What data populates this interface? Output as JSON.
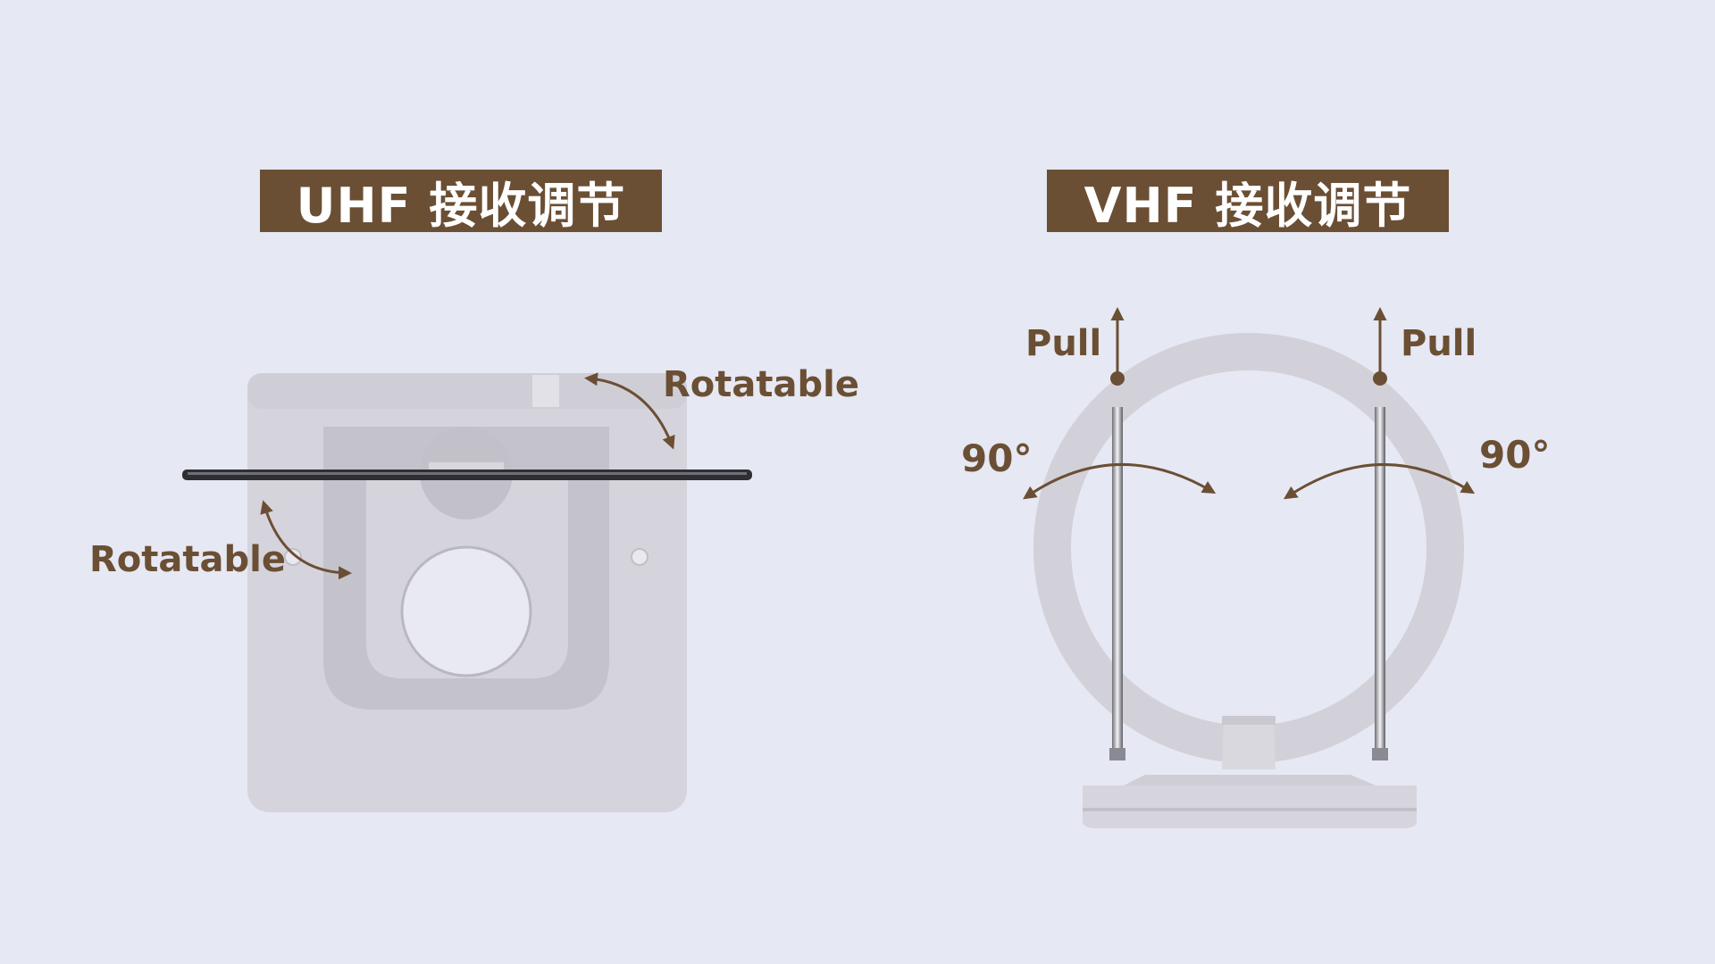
{
  "uhf": {
    "title": "UHF 接收调节",
    "rotate_top": "Rotatable",
    "rotate_left": "Rotatable"
  },
  "vhf": {
    "title": "VHF 接收调节",
    "pull_left": "Pull",
    "pull_right": "Pull",
    "angle_left": "90°",
    "angle_right": "90°"
  },
  "colors": {
    "background": "#e6e8f3",
    "accent": "#6b4f34",
    "device": "#d3d2da"
  }
}
